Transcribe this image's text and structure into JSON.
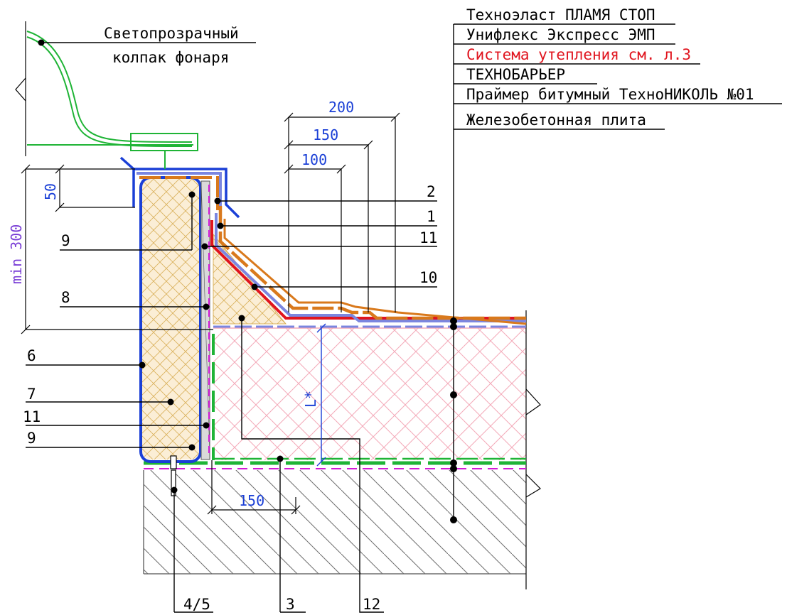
{
  "legend_layers": [
    "Техноэласт ПЛАМЯ СТОП",
    "Унифлекс Экспресс ЭМП",
    "Система утепления см. л.3",
    "ТЕХНОБАРЬЕР",
    "Праймер битумный ТехноНИКОЛЬ №01",
    "Железобетонная плита"
  ],
  "skylight_label": [
    "Светопрозрачный",
    "колпак фонаря"
  ],
  "callouts": {
    "c2": "2",
    "c1": "1",
    "c11a": "11",
    "c10": "10",
    "c9a": "9",
    "c8": "8",
    "c6": "6",
    "c7": "7",
    "c11b": "11",
    "c9b": "9",
    "c45": "4/5",
    "c3": "3",
    "c12": "12"
  },
  "dimensions": {
    "d200": "200",
    "d150": "150",
    "d100": "100",
    "d50": "50",
    "dmin300": "min 300",
    "dL": "L*",
    "d150b": "150"
  },
  "colors": {
    "accent_red": "#e0141e",
    "membrane_orange": "#d9791c",
    "underlayer_blue": "#7b86e0",
    "metal_blue": "#1a3fd6",
    "insulation_fill": "#fbeed6",
    "insulation_hatch": "#d9b05a",
    "skylight_green": "#1fb436",
    "vapor_magenta": "#d21ad6",
    "slab_pink": "#f4a9b8",
    "concrete_gray": "#6e6e6e"
  }
}
